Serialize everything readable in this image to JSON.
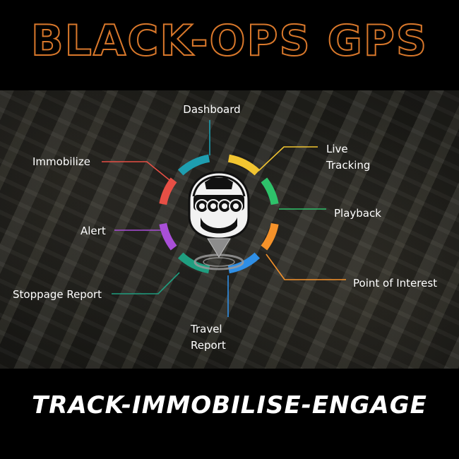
{
  "header": {
    "title": "BLACK-OPS GPS"
  },
  "diagram": {
    "features": {
      "dashboard": {
        "label": "Dashboard",
        "color": "#1e9eb0"
      },
      "live_tracking": {
        "label_line1": "Live",
        "label_line2": "Tracking",
        "color": "#f2c531"
      },
      "playback": {
        "label": "Playback",
        "color": "#2ec26a"
      },
      "point_of_interest": {
        "label": "Point of Interest",
        "color": "#f5922a"
      },
      "travel_report": {
        "label_line1": "Travel",
        "label_line2": "Report",
        "color": "#2f8fe6"
      },
      "stoppage_report": {
        "label": "Stoppage Report",
        "color": "#1f9e80"
      },
      "alert": {
        "label": "Alert",
        "color": "#a94fd8"
      },
      "immobilize": {
        "label": "Immobilize",
        "color": "#e74f45"
      }
    },
    "center_logo": "helmet-night-vision-logo",
    "pin_icon": "location-pin-icon"
  },
  "footer": {
    "tagline": "Track-immobilise-engage"
  }
}
